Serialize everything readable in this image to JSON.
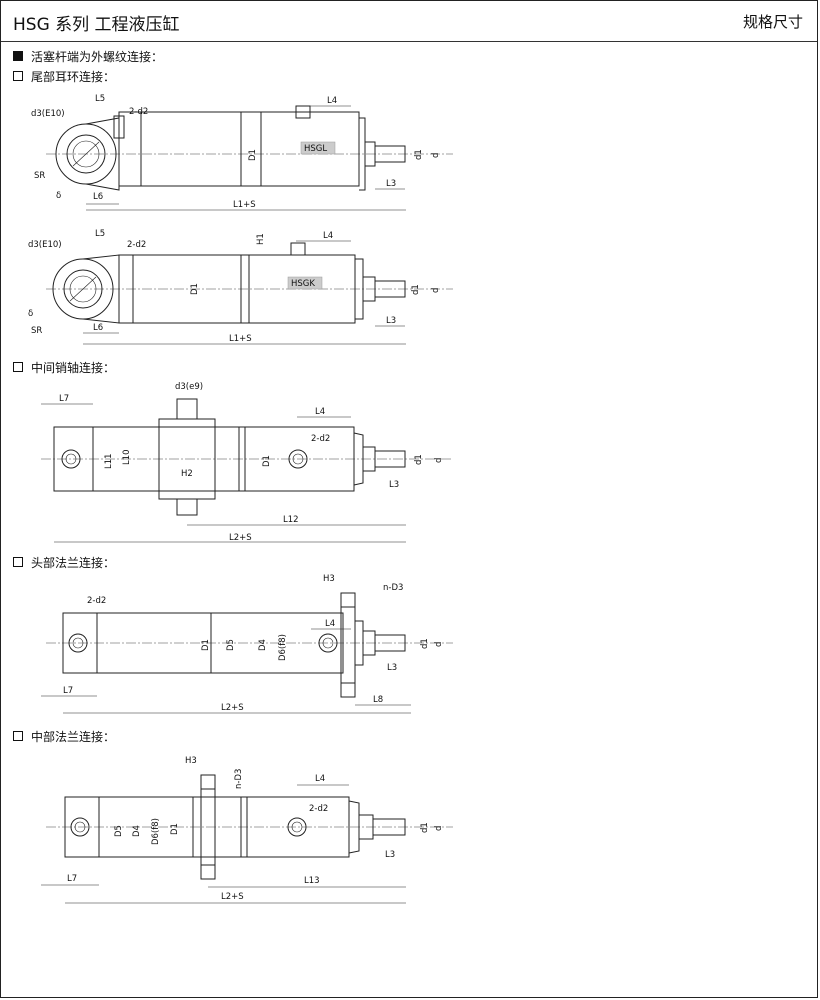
{
  "header": {
    "title": "HSG 系列  工程液压缸",
    "right": "规格尺寸"
  },
  "sections": {
    "main": "活塞杆端为外螺纹连接：",
    "tail": "尾部耳环连接：",
    "trunnion": "中间销轴连接：",
    "head_flange": "头部法兰连接：",
    "mid_flange": "中部法兰连接："
  },
  "d1": {
    "d3": "d3(E10)",
    "L5": "L5",
    "d2": "2-d2",
    "L4": "L4",
    "D1": "D1",
    "model": "HSGL",
    "d1": "d1",
    "d": "d",
    "SR": "SR",
    "delta": "δ",
    "L6": "L6",
    "L3": "L3",
    "L1S": "L1+S"
  },
  "d2": {
    "d3": "d3(E10)",
    "L5": "L5",
    "d2": "2-d2",
    "H1": "H1",
    "L4": "L4",
    "D1": "D1",
    "model": "HSGK",
    "d1": "d1",
    "d": "d",
    "SR": "SR",
    "delta": "δ",
    "L6": "L6",
    "L3": "L3",
    "L1S": "L1+S"
  },
  "d3": {
    "d3": "d3(e9)",
    "L7": "L7",
    "L4": "L4",
    "d2": "2-d2",
    "L11": "L11",
    "L10": "L10",
    "D1": "D1",
    "H2": "H2",
    "d1": "d1",
    "d": "d",
    "L3": "L3",
    "L12": "L12",
    "L2S": "L2+S"
  },
  "d4": {
    "H3": "H3",
    "nD3": "n-D3",
    "d2": "2-d2",
    "L4": "L4",
    "D1": "D1",
    "D5": "D5",
    "D4": "D4",
    "D6": "D6(f8)",
    "d1": "d1",
    "d": "d",
    "L3": "L3",
    "L7": "L7",
    "L8": "L8",
    "L2S": "L2+S"
  },
  "d5": {
    "H3": "H3",
    "nD3": "n-D3",
    "L4": "L4",
    "d2": "2-d2",
    "D5": "D5",
    "D4": "D4",
    "D6": "D6(f8)",
    "D1": "D1",
    "d1": "d1",
    "d": "d",
    "L3": "L3",
    "L7": "L7",
    "L13": "L13",
    "L2S": "L2+S"
  }
}
